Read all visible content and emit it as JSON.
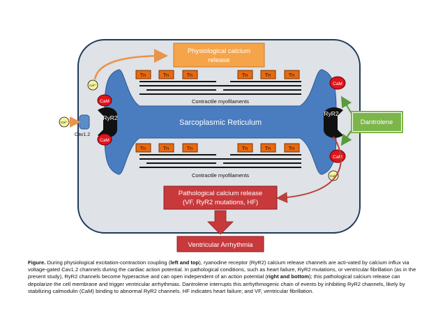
{
  "colors": {
    "cell_fill": "#dfe2e6",
    "cell_border": "#1f3a5a",
    "sr_fill": "#4a7cc0",
    "tn_fill": "#e86a10",
    "cam_fill": "#e0141c",
    "ca_fill": "#f7f4a0",
    "physio_fill": "#f5a44a",
    "patho_fill": "#c8393c",
    "dantrolene_fill": "#7cb54a",
    "arrhythmia_fill": "#c8393c"
  },
  "labels": {
    "physio_line1": "Physiological calcium",
    "physio_line2": "release",
    "sr": "Sarcoplasmic Reticulum",
    "myofilaments_top": "Contractile myofilaments",
    "myofilaments_bottom": "Contractile myofilaments",
    "ryr2_left": "RyR2",
    "ryr2_right": "RyR2",
    "cam": "CaM",
    "tn": "Tn",
    "ca": "Ca²⁺",
    "cav": "Cav1.2",
    "dantrolene": "Dantrolene",
    "patho_line1": "Pathological calcium release",
    "patho_line2": "(VF, RyR2 mutations, HF)",
    "arrhythmia": "Ventricular Arrhythmia"
  },
  "caption": {
    "p1": "Figure.",
    "p2": " During physiological excitation-contraction coupling (",
    "p3": "left and top",
    "p4": "), ryanodine receptor (RyR2) calcium release channels are acti-vated by calcium influx via voltage-gated Cav1.2 channels during the cardiac action potential. In pathological conditions, such as heart failure, RyR2 mutations, or ventricular fibrillation (as in the present study), RyR2 channels become hyperactive and can open independent of an action potential (",
    "p5": "right and bottom",
    "p6": "); this pathological calcium release can depolarize the cell membrane and trigger ventricular arrhythmias. Dantrolene interrupts this arrhythmogenic chain of events by inhibiting RyR2 channels, likely by stabilizing calmodulin (CaM) binding to abnormal RyR2 channels. HF indicates heart failure; and VF, ventricular fibrillation."
  }
}
